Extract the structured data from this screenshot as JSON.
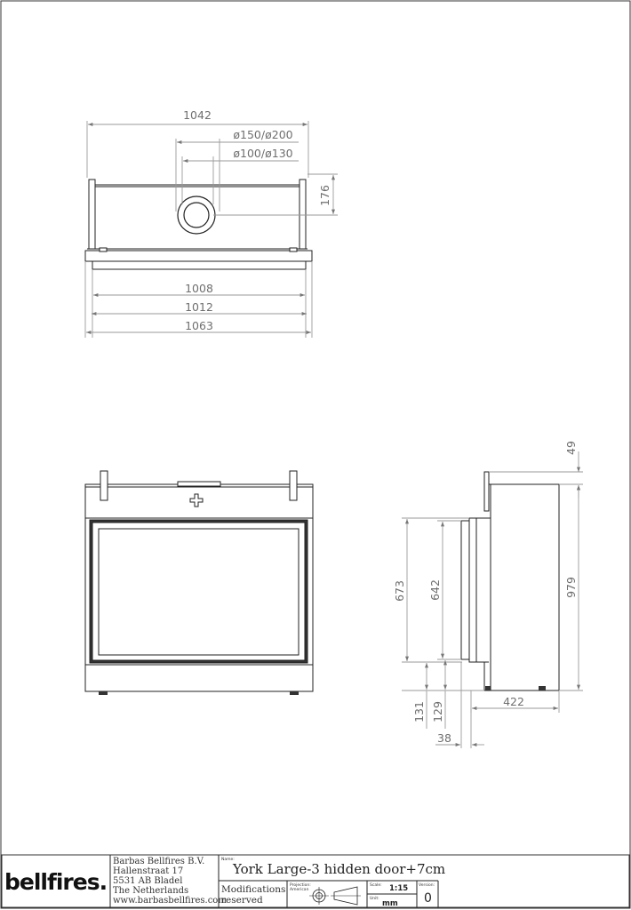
{
  "top_view": {
    "dim_total_width": "1042",
    "dim_flue_outer": "ø150/ø200",
    "dim_flue_inner": "ø100/ø130",
    "dim_height": "176",
    "dim_glass": "1008",
    "dim_frame": "1012",
    "dim_overall": "1063"
  },
  "side_view": {
    "dim_top_offset": "49",
    "dim_opening_outer": "673",
    "dim_opening_inner": "642",
    "dim_height": "979",
    "dim_base_outer": "131",
    "dim_base_inner": "129",
    "dim_depth": "422",
    "dim_frame_depth": "38"
  },
  "title_block": {
    "logo": "bellfires.",
    "company_lines": [
      "Barbas Bellfires B.V.",
      "Hallenstraat 17",
      "5531 AB Bladel",
      "The Netherlands",
      "www.barbasbellfires.com"
    ],
    "name_label": "Name:",
    "name": "York Large-3 hidden door+7cm",
    "modifications": [
      "Modifications",
      "reserved"
    ],
    "projection_label": [
      "Projection:",
      "American"
    ],
    "scale_label": "Scale:",
    "scale": "1:15",
    "unit_label": "Unit:",
    "unit": "mm",
    "version_label": "Version:",
    "version": "0"
  }
}
